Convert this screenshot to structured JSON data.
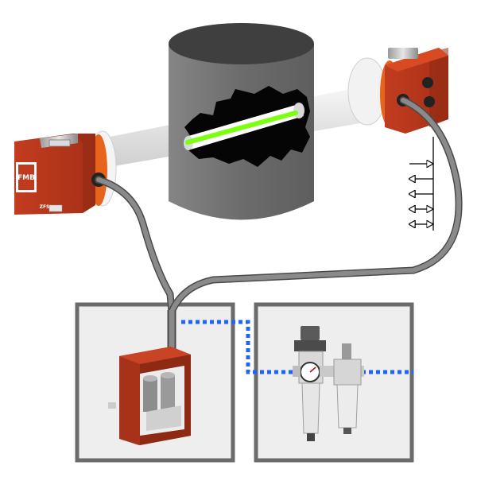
{
  "logo": {
    "letters": "FMB",
    "sub": "ZFS"
  },
  "colors": {
    "housing_red": "#bf3a1e",
    "housing_dark": "#8e2a14",
    "flange_orange": "#e8641c",
    "duct_gray": "#6f6f6f",
    "duct_top": "#3e3e3e",
    "hose_gray": "#7a7a7a",
    "beam_green": "#7cff10",
    "panel_bg": "#eeeeee",
    "panel_border": "#6b6b6b",
    "dotted_link": "#1e64ff"
  },
  "icons": [
    "velocity-arrow-icon",
    "pressure-gauge-icon"
  ],
  "flow_arrows": [
    "right",
    "left",
    "left",
    "both",
    "both"
  ]
}
